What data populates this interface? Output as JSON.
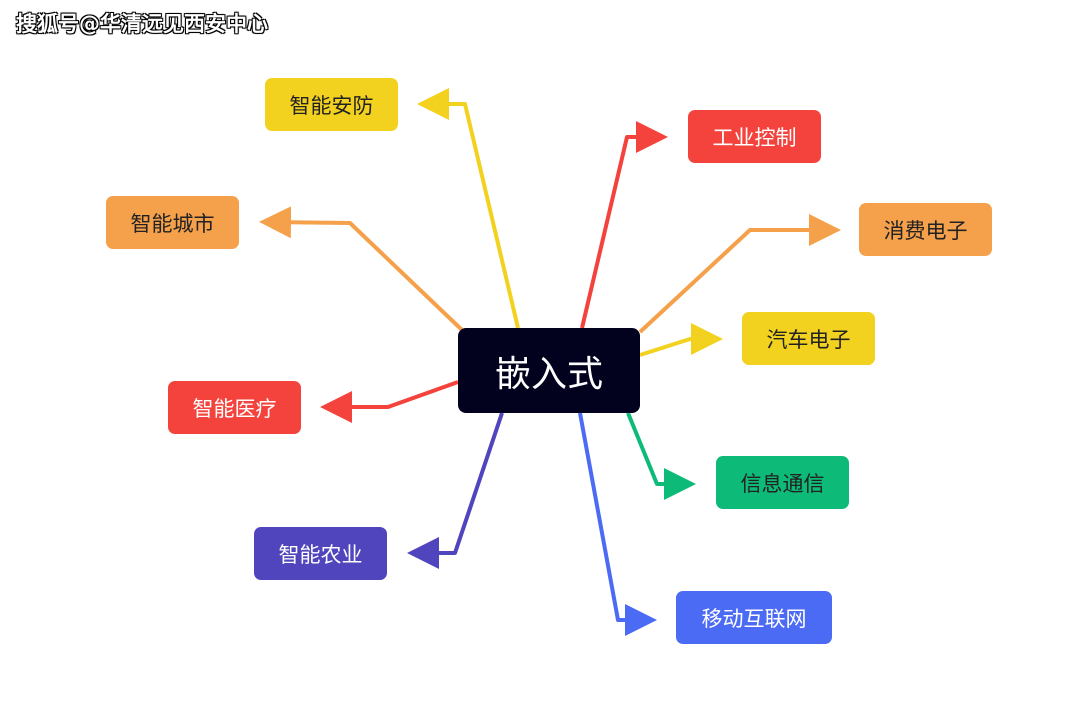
{
  "watermark": "搜狐号@华清远见西安中心",
  "center": {
    "label": "嵌入式",
    "color": "#02021E"
  },
  "branches": [
    {
      "label": "智能安防",
      "color": "#F2D21F",
      "text_color": "#222222"
    },
    {
      "label": "工业控制",
      "color": "#F4433D",
      "text_color": "#FFFFFF"
    },
    {
      "label": "智能城市",
      "color": "#F5A04B",
      "text_color": "#222222"
    },
    {
      "label": "消费电子",
      "color": "#F5A04B",
      "text_color": "#222222"
    },
    {
      "label": "汽车电子",
      "color": "#F2D21F",
      "text_color": "#222222"
    },
    {
      "label": "智能医疗",
      "color": "#F4433D",
      "text_color": "#FFFFFF"
    },
    {
      "label": "信息通信",
      "color": "#0DBA78",
      "text_color": "#222222"
    },
    {
      "label": "智能农业",
      "color": "#5045BD",
      "text_color": "#FFFFFF"
    },
    {
      "label": "移动互联网",
      "color": "#4C6BF5",
      "text_color": "#FFFFFF"
    }
  ]
}
